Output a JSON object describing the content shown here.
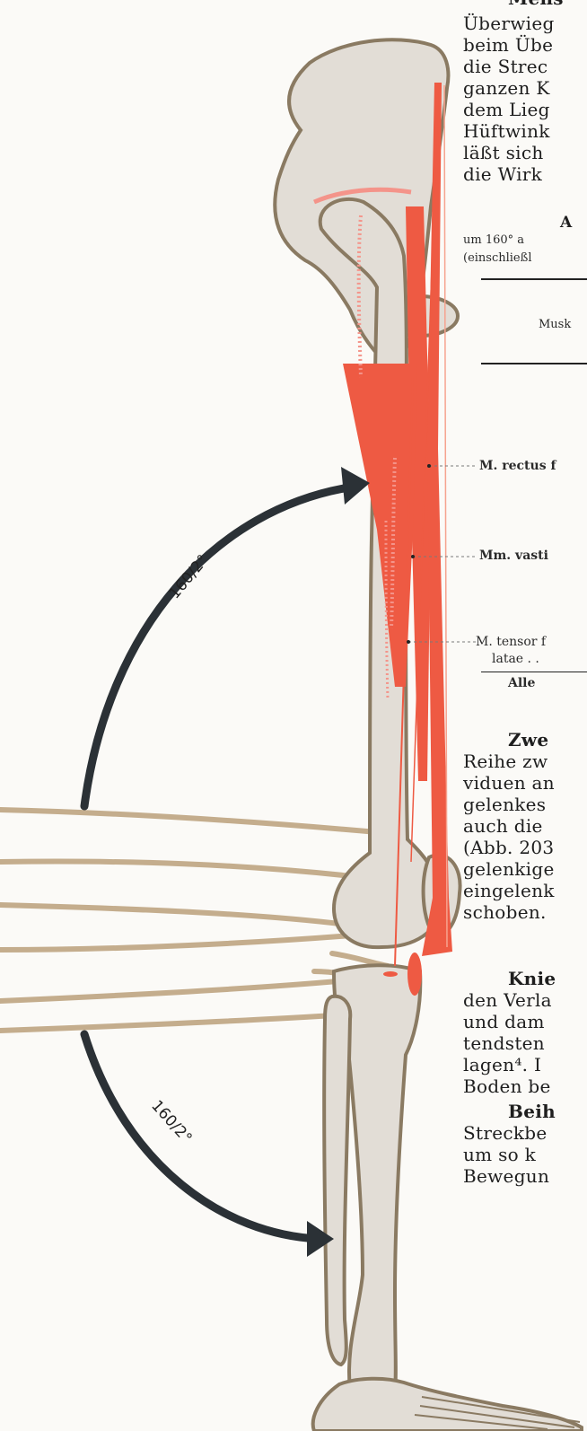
{
  "colors": {
    "bone": "#e2ddd6",
    "bone_outline": "#8a7a62",
    "muscle": "#ee5a43",
    "arrow": "#2b3136",
    "ghost_leg": "#c4ad8d"
  },
  "angle_labels": {
    "upper": "160/2°",
    "lower": "160/2°"
  },
  "top_paragraph": {
    "heading": "Mens",
    "lines": [
      "Überwieg",
      "beim Übe",
      "die Strec",
      "ganzen K",
      "dem Lieg",
      "Hüftwink",
      "läßt sich",
      "die Wirk"
    ]
  },
  "table": {
    "title": "A",
    "caption_lines": [
      "um 160° a",
      "(einschließl"
    ],
    "header": "Musk",
    "rows": [
      {
        "label": "M. rectus f"
      },
      {
        "label": "Mm. vasti"
      },
      {
        "label_line1": "M. tensor f",
        "label_line2": "latae . ."
      }
    ],
    "total": "Alle"
  },
  "paragraph_2": {
    "heading": "Zwe",
    "lines": [
      "Reihe zw",
      "viduen an",
      "gelenkes",
      "auch die",
      "(Abb. 203",
      "gelenkige",
      "eingelenk",
      "schoben."
    ]
  },
  "paragraph_3": {
    "heading": "Knie",
    "lines": [
      "den Verla",
      "und dam",
      "tendsten",
      "lagen⁴. I",
      "Boden be"
    ]
  },
  "paragraph_4": {
    "heading": "Beih",
    "lines": [
      "Streckbe",
      "um so k",
      "Bewegun"
    ]
  }
}
